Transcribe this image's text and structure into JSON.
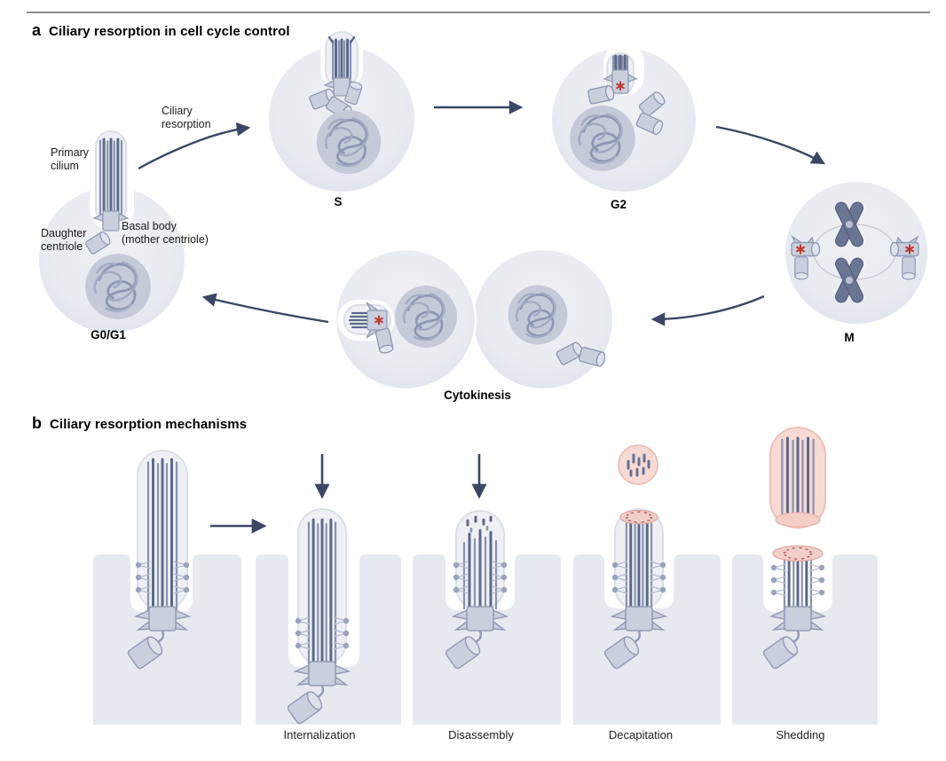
{
  "panel_a": {
    "label": "a",
    "title": "Ciliary resorption in cell cycle control",
    "annotations": {
      "primary_cilium": "Primary\ncilium",
      "ciliary_resorption": "Ciliary\nresorption",
      "daughter_centriole": "Daughter\ncentriole",
      "basal_body": "Basal body\n(mother centriole)"
    },
    "stages": [
      {
        "id": "g0g1",
        "label": "G0/G1"
      },
      {
        "id": "s",
        "label": "S"
      },
      {
        "id": "g2",
        "label": "G2"
      },
      {
        "id": "m",
        "label": "M"
      },
      {
        "id": "cytokinesis",
        "label": "Cytokinesis"
      }
    ]
  },
  "panel_b": {
    "label": "b",
    "title": "Ciliary resorption mechanisms",
    "mechanisms": [
      "Internalization",
      "Disassembly",
      "Decapitation",
      "Shedding"
    ]
  },
  "colors": {
    "cell_body": "#e7e9f0",
    "nucleus": "#c5cad9",
    "microtubule": "#5d6889",
    "centriole": "#c9cfdd",
    "membrane": "#eef0f6",
    "arrow": "#3a4764",
    "asterisk_red": "#bf3b31",
    "vesicle_pink": "#f7dad4",
    "rule_gray": "#8c8c8c"
  }
}
